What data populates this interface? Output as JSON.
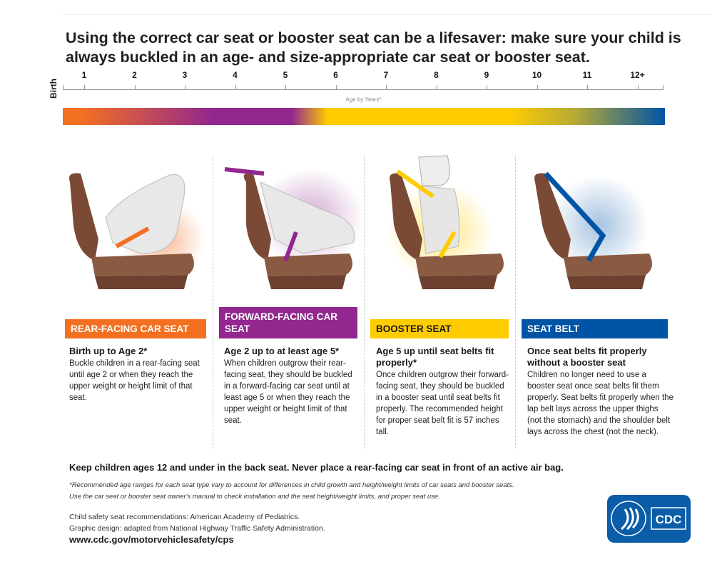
{
  "title": "Using the correct car seat or booster seat can be a lifesaver: make sure your child is always buckled in an age- and size-appropriate car seat or booster seat.",
  "timeline": {
    "start_label": "Birth",
    "ticks": [
      "1",
      "2",
      "3",
      "4",
      "5",
      "6",
      "7",
      "8",
      "9",
      "10",
      "11",
      "12+"
    ],
    "axis_title": "Age by Years*"
  },
  "colors": {
    "rear": "#f37021",
    "forward": "#92278f",
    "booster": "#ffcc00",
    "belt": "#0054a6"
  },
  "stages": [
    {
      "label": "REAR-FACING CAR SEAT",
      "headline": "Birth up to Age 2*",
      "text": "Buckle children in a rear-facing seat until age 2 or when they reach the upper weight or height limit of that seat."
    },
    {
      "label": "FORWARD-FACING CAR SEAT",
      "headline": "Age 2 up to at least age 5*",
      "text": "When children outgrow their rear-facing seat, they should be buckled in a forward-facing car seat until at least age 5 or when they reach the upper weight or height limit of that seat."
    },
    {
      "label": "BOOSTER SEAT",
      "headline": "Age 5 up until seat belts fit properly*",
      "text": "Once children outgrow their forward-facing seat, they should be buckled in a booster seat until seat belts fit properly. The recommended height for proper seat belt fit is 57 inches tall."
    },
    {
      "label": "SEAT BELT",
      "headline": "Once seat belts fit properly without a booster seat",
      "text": "Children no longer need to use a booster seat once seat belts fit them properly. Seat belts fit properly when the lap belt lays across the upper thighs (not the stomach) and the shoulder belt lays across the chest (not the neck)."
    }
  ],
  "note": "Keep children ages 12 and under in the back seat.  Never place a rear-facing car seat in front of an active air bag.",
  "footnote": [
    "*Recommended age ranges for each seat type vary to account for differences in child growth and height/weight limits of car seats and booster seats.",
    "Use the car seat or booster seat owner's manual to check installation and the seat height/weight limits, and proper seat use."
  ],
  "credits": [
    "Child safety seat recommendations: American Academy of Pediatrics.",
    "Graphic design: adapted from National Highway Traffic Safety Administration."
  ],
  "url": "www.cdc.gov/motorvehiclesafety/cps",
  "logo": {
    "text": "CDC"
  }
}
